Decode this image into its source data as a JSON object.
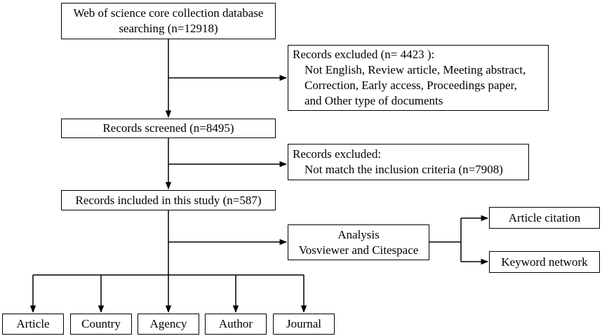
{
  "search": {
    "line1": "Web of science core collection database",
    "line2": "searching (n=12918)"
  },
  "excluded1": {
    "heading": "Records excluded (n= 4423 ):",
    "lines": [
      "Not English, Review article, Meeting abstract,",
      "Correction, Early access, Proceedings paper,",
      "and Other type of documents"
    ]
  },
  "screened": {
    "label": "Records screened (n=8495)"
  },
  "excluded2": {
    "heading": "Records excluded:",
    "line1": "Not match the inclusion criteria (n=7908)"
  },
  "included": {
    "label": "Records included in this study (n=587)"
  },
  "analysis": {
    "line1": "Analysis",
    "line2": "Vosviewer and Citespace"
  },
  "outputs": {
    "citation": "Article citation",
    "keyword": "Keyword network"
  },
  "categories": [
    "Article",
    "Country",
    "Agency",
    "Author",
    "Journal"
  ]
}
